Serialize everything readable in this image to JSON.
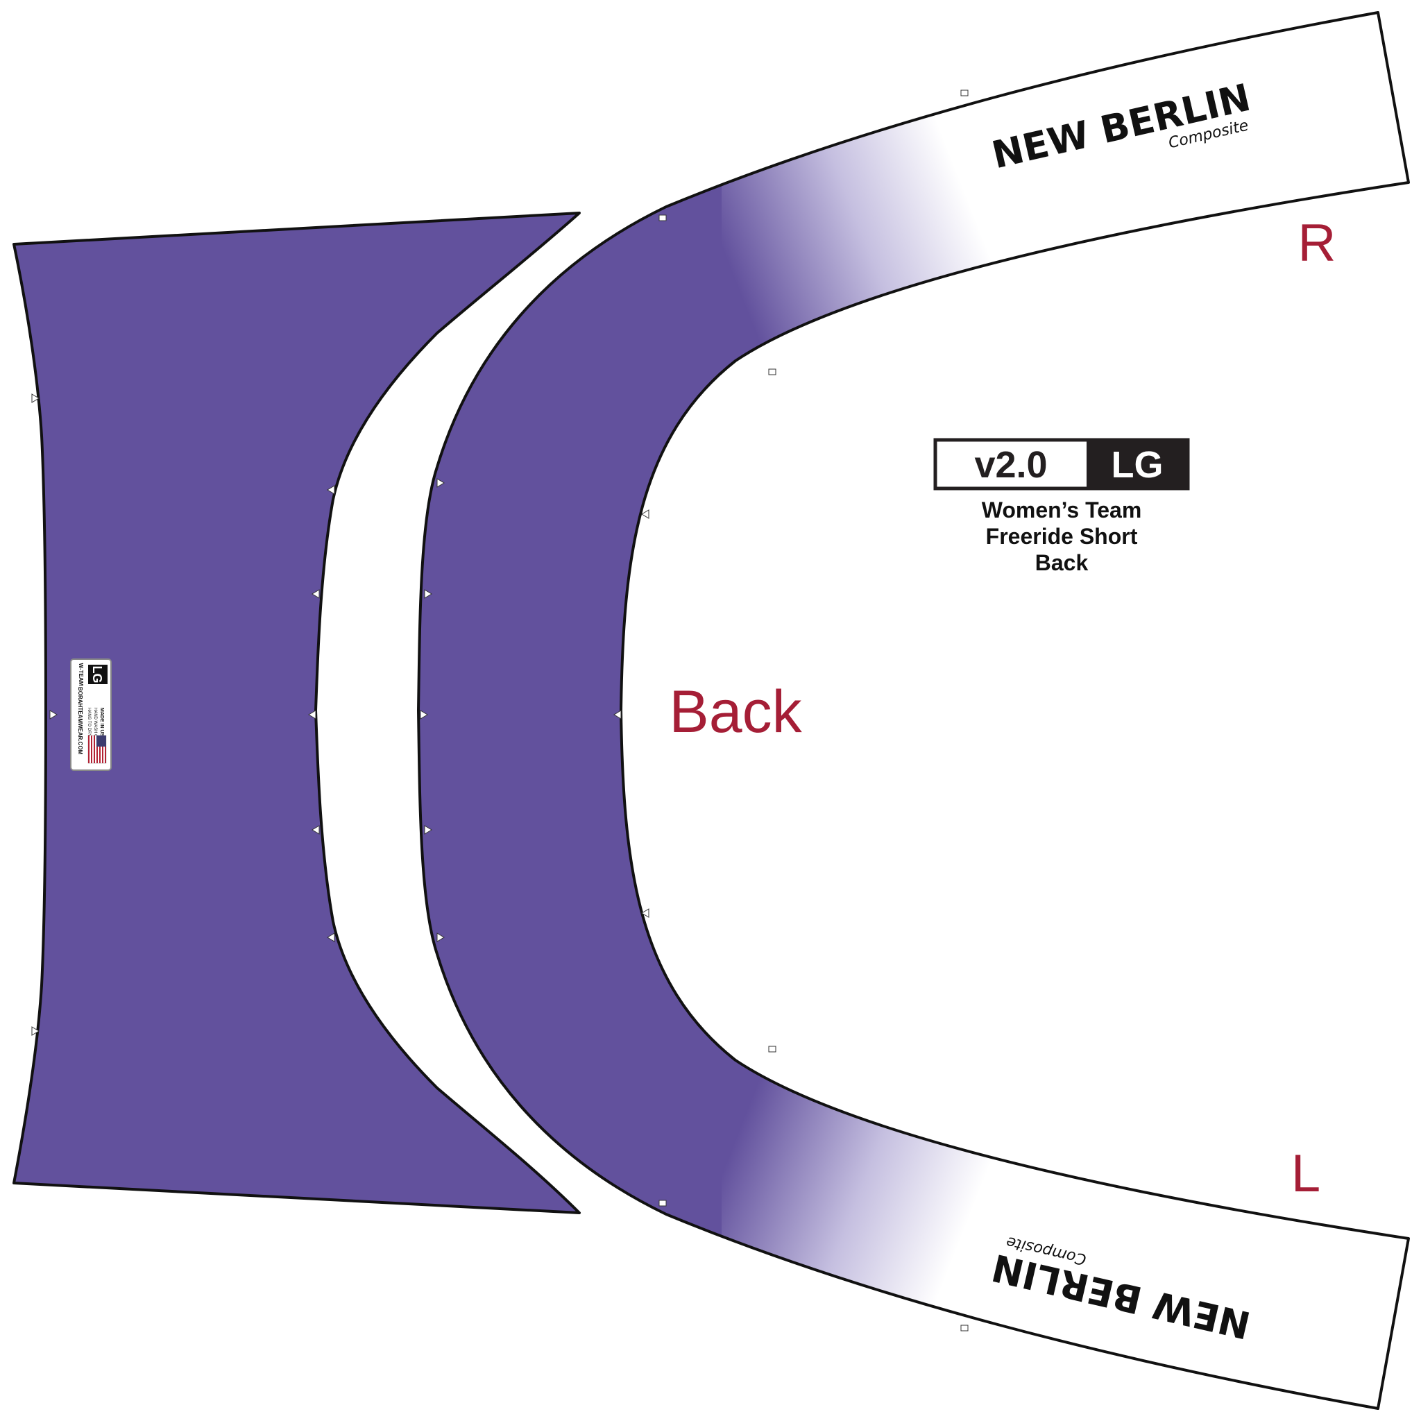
{
  "colors": {
    "panel_fill": "#62519D",
    "outline": "#111111",
    "label_red": "#A51E36",
    "page_bg": "#FFFFFF",
    "badge_dark": "#231F20"
  },
  "panels": {
    "waistband_label": "Back",
    "right_label": "R",
    "left_label": "L"
  },
  "branding": {
    "team_name": "NEW BERLIN",
    "team_sub": "Composite"
  },
  "product_badge": {
    "version": "v2.0",
    "size": "LG",
    "title_line1": "Women’s Team",
    "title_line2": "Freeride Short",
    "title_line3": "Back"
  },
  "care_tag": {
    "size": "LG",
    "model": "W-TEAM",
    "made_in": "MADE IN USA",
    "wash": "HAND WASH COLD",
    "dry": "HANG TO DRY",
    "website": "BORAHTEAMWEAR.COM",
    "flag_icon": "us-flag-icon"
  }
}
